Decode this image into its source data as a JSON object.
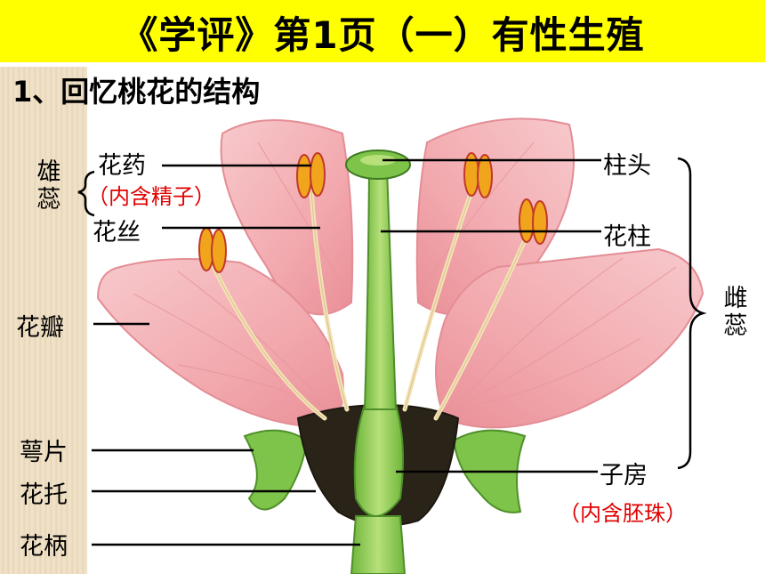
{
  "title": "《学评》第1页（一）有性生殖",
  "subtitle": "1、回忆桃花的结构",
  "labels": {
    "anther": "花药",
    "filament": "花丝",
    "stamen": "雄蕊",
    "stamen_note": "（内含精子）",
    "petal": "花瓣",
    "sepal": "萼片",
    "receptacle": "花托",
    "pedicel": "花柄",
    "stigma": "柱头",
    "style": "花柱",
    "pistil": "雌蕊",
    "ovary": "子房",
    "ovary_note": "（内含胚珠）"
  },
  "colors": {
    "title_bar": "#ffff00",
    "note_text": "#e00000",
    "petal": "#f4b8bc",
    "pistil": "#9ccf52",
    "sepal": "#7fc44a",
    "anther": "#f0a51c"
  }
}
